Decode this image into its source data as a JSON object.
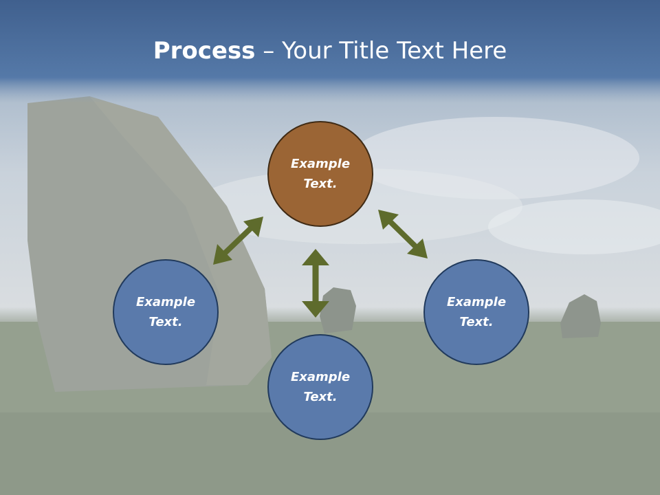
{
  "slide": {
    "title_strong": "Process",
    "title_rest": " – Your Title Text Here"
  },
  "nodes": {
    "top": "Example\nText.",
    "left": "Example\nText.",
    "right": "Example\nText.",
    "bottom": "Example\nText."
  },
  "colors": {
    "header": "#4e73a3",
    "node_blue": "#5a7aab",
    "node_brown": "#9b6535",
    "arrow": "#5e6b2c"
  }
}
